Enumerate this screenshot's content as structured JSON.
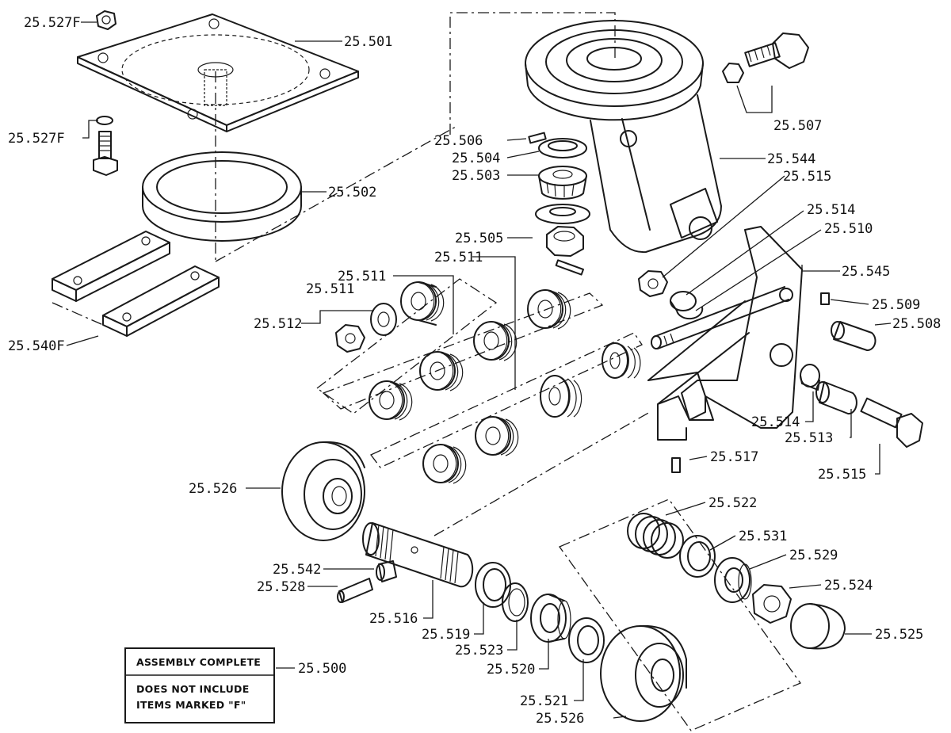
{
  "labels": {
    "p527f_top": "25.527F",
    "p501": "25.501",
    "p527f_mid": "25.527F",
    "p502": "25.502",
    "p540f": "25.540F",
    "p506": "25.506",
    "p504": "25.504",
    "p503": "25.503",
    "p505": "25.505",
    "p507": "25.507",
    "p544": "25.544",
    "p515_top": "25.515",
    "p514_top": "25.514",
    "p510": "25.510",
    "p545": "25.545",
    "p509": "25.509",
    "p508": "25.508",
    "p511_a": "25.511",
    "p511_b": "25.511",
    "p511_c": "25.511",
    "p512": "25.512",
    "p514_bot": "25.514",
    "p513": "25.513",
    "p515_bot": "25.515",
    "p517": "25.517",
    "p526_top": "25.526",
    "p522": "25.522",
    "p531": "25.531",
    "p529": "25.529",
    "p524": "25.524",
    "p525": "25.525",
    "p542": "25.542",
    "p528": "25.528",
    "p516": "25.516",
    "p519": "25.519",
    "p523": "25.523",
    "p520": "25.520",
    "p521": "25.521",
    "p526_bot": "25.526",
    "p500": "25.500"
  },
  "note_box": {
    "line1": "ASSEMBLY COMPLETE",
    "line2": "DOES NOT INCLUDE",
    "line3": "ITEMS MARKED \"F\""
  }
}
